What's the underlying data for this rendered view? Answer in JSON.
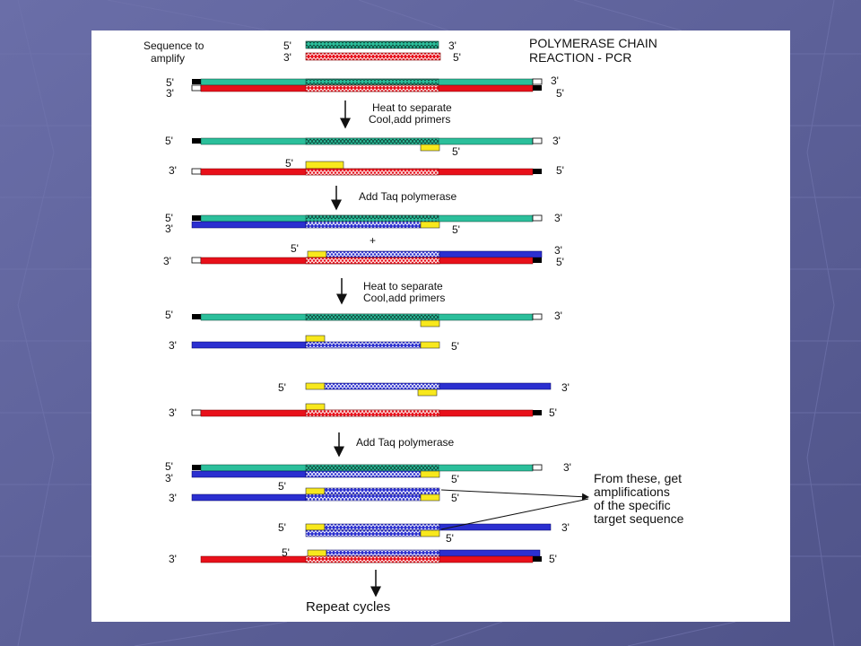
{
  "slide": {
    "title_line1": "POLYMERASE CHAIN",
    "title_line2": "REACTION - PCR",
    "seq_label_line1": "Sequence to",
    "seq_label_line2": "amplify",
    "legend_top_left": "5'",
    "legend_top_right": "3'",
    "legend_bottom_left": "3'",
    "legend_bottom_right": "5'"
  },
  "ends": {
    "five": "5'",
    "three": "3'"
  },
  "steps": {
    "step1_line1": "Heat to separate",
    "step1_line2": "Cool,add primers",
    "step2": "Add Taq polymerase",
    "plus": "+",
    "step3_line1": "Heat to separate",
    "step3_line2": "Cool,add primers",
    "step4": "Add Taq polymerase",
    "final": "Repeat cycles"
  },
  "annotation": {
    "line1": "From these, get",
    "line2": "amplifications",
    "line3": "of the specific",
    "line4": "target sequence"
  },
  "colors": {
    "background": "#5b5f97",
    "template_top": "#2bbf9b",
    "template_bottom": "#e8101a",
    "new_strand": "#2b2fd0",
    "primer": "#f8e81c"
  }
}
